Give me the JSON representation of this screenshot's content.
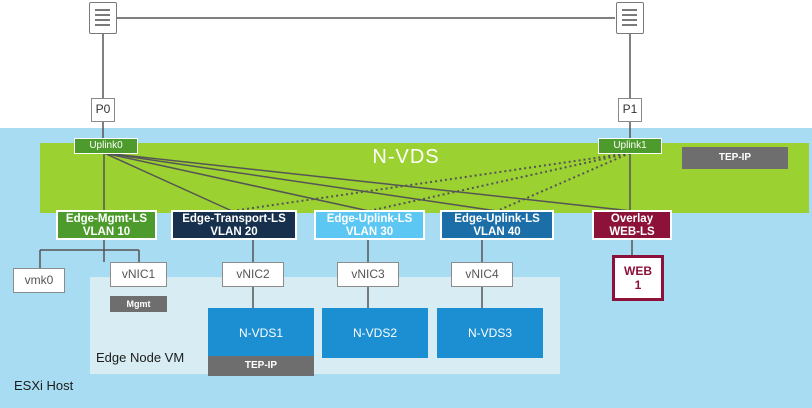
{
  "switches": [
    "top-left-switch",
    "top-right-switch"
  ],
  "ports": {
    "p0": "P0",
    "p1": "P1"
  },
  "uplinks": {
    "u0": "Uplink0",
    "u1": "Uplink1"
  },
  "nvds_label": "N-VDS",
  "tep_ip_top": "TEP-IP",
  "segments": [
    {
      "name": "Edge-Mgmt-LS",
      "vlan": "VLAN 10",
      "color": "#4d9b2c"
    },
    {
      "name": "Edge-Transport-LS",
      "vlan": "VLAN 20",
      "color": "#16304d"
    },
    {
      "name": "Edge-Uplink-LS",
      "vlan": "VLAN 30",
      "color": "#5cc7f2"
    },
    {
      "name": "Edge-Uplink-LS",
      "vlan": "VLAN 40",
      "color": "#1c6ea8"
    },
    {
      "name": "Overlay",
      "vlan": "WEB-LS",
      "color": "#8c1239"
    }
  ],
  "vmk0": "vmk0",
  "vnics": [
    "vNIC1",
    "vNIC2",
    "vNIC3",
    "vNIC4"
  ],
  "mgmt": "Mgmt",
  "nvds_boxes": [
    "N-VDS1",
    "N-VDS2",
    "N-VDS3"
  ],
  "tep_ip_bottom": "TEP-IP",
  "web": {
    "line1": "WEB",
    "line2": "1"
  },
  "edge_node_vm": "Edge Node VM",
  "esxi_host": "ESXi Host"
}
